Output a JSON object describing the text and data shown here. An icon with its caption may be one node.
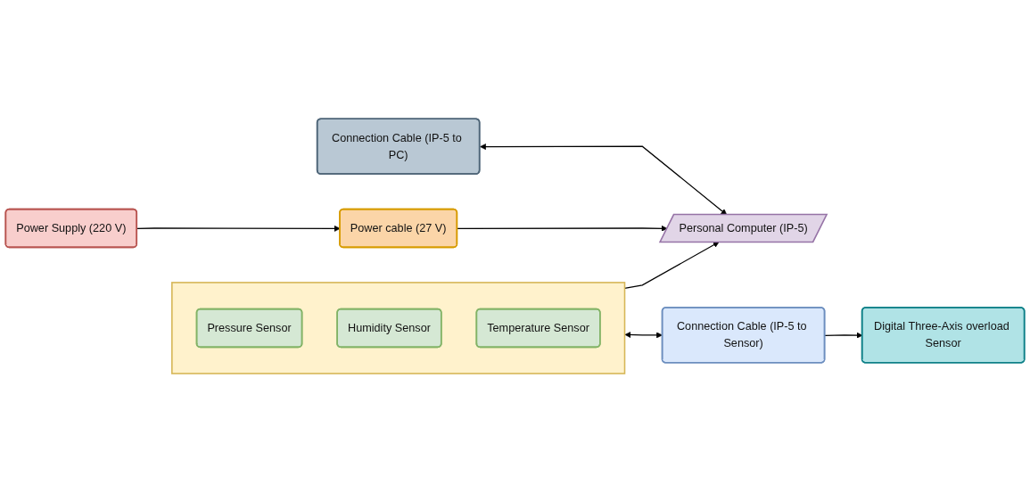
{
  "diagram": {
    "nodes": [
      {
        "text": [
          "Connection Cable (IP-5 to PC)"
        ]
      },
      {
        "text": [
          "Power cable (27 V)"
        ]
      },
      {
        "text": [
          "Personal Computer (IP-5)"
        ]
      },
      {
        "text": [],
        "shape": "box"
      },
      {
        "text": [
          "Pressure Sensor"
        ],
        "in": 3
      },
      {
        "text": [
          "Humidity Sensor"
        ],
        "in": 3
      },
      {
        "text": [
          "Temperature Sensor"
        ],
        "in": 3
      },
      {
        "text": [
          "Connection Cable (IP-5 to Sensor)"
        ]
      },
      {
        "text": [
          "Power Supply (220 V)"
        ]
      },
      {
        "text": [
          "Digital Three-Axis overload Sensor"
        ]
      }
    ],
    "edges": [
      {
        "from": 0,
        "to": 2,
        "arrow": "both"
      },
      {
        "from": 1,
        "to": 2,
        "arrow": "to"
      },
      {
        "from": 8,
        "to": 1,
        "arrow": "to"
      },
      {
        "from": 3,
        "to": 2,
        "arrow": "to"
      },
      {
        "from": 3,
        "to": 7,
        "arrow": "both"
      },
      {
        "from": 7,
        "to": 9,
        "arrow": "to"
      }
    ]
  }
}
